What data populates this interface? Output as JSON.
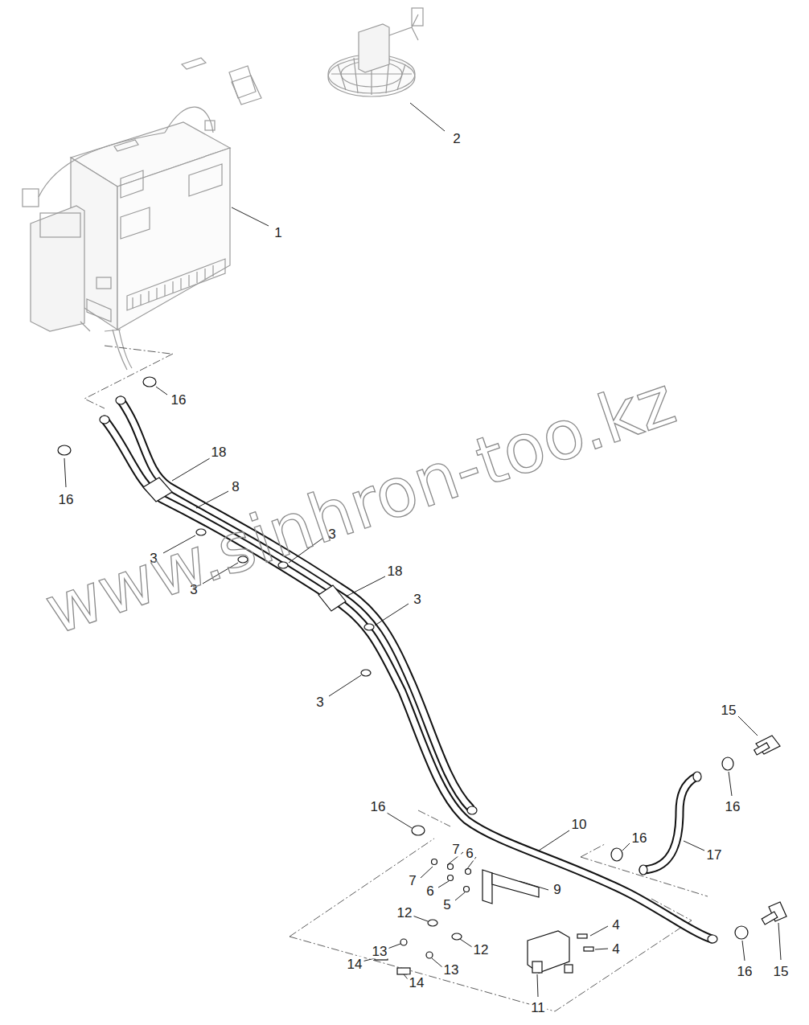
{
  "diagram": {
    "labels": [
      "2",
      "1",
      "16",
      "16",
      "18",
      "8",
      "3",
      "3",
      "3",
      "18",
      "3",
      "3",
      "15",
      "16",
      "16",
      "10",
      "16",
      "7",
      "6",
      "17",
      "7",
      "6",
      "5",
      "9",
      "12",
      "4",
      "4",
      "12",
      "13",
      "14",
      "13",
      "14",
      "11",
      "16",
      "15",
      "www.sinhron-too.kz"
    ]
  }
}
